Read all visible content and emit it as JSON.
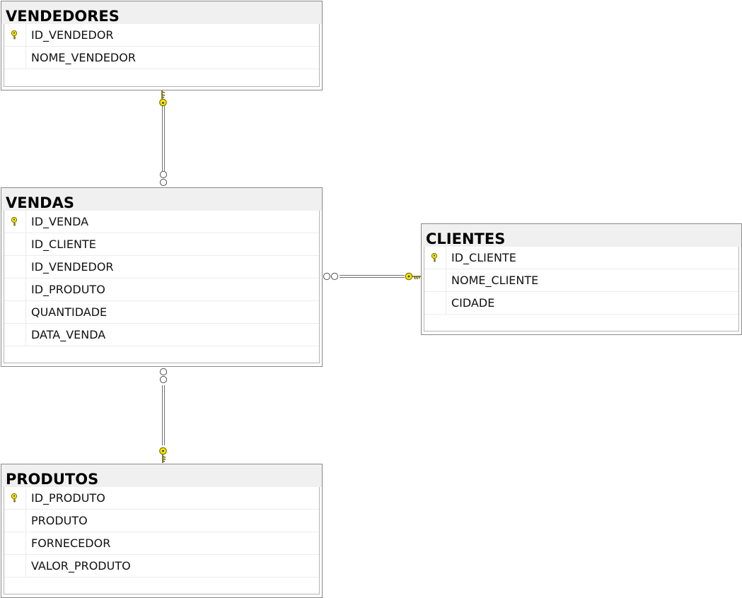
{
  "tables": {
    "vendedores": {
      "name": "VENDEDORES",
      "columns": [
        {
          "name": "ID_VENDEDOR",
          "primary_key": true
        },
        {
          "name": "NOME_VENDEDOR",
          "primary_key": false
        }
      ]
    },
    "vendas": {
      "name": "VENDAS",
      "columns": [
        {
          "name": "ID_VENDA",
          "primary_key": true
        },
        {
          "name": "ID_CLIENTE",
          "primary_key": false
        },
        {
          "name": "ID_VENDEDOR",
          "primary_key": false
        },
        {
          "name": "ID_PRODUTO",
          "primary_key": false
        },
        {
          "name": "QUANTIDADE",
          "primary_key": false
        },
        {
          "name": "DATA_VENDA",
          "primary_key": false
        }
      ]
    },
    "clientes": {
      "name": "CLIENTES",
      "columns": [
        {
          "name": "ID_CLIENTE",
          "primary_key": true
        },
        {
          "name": "NOME_CLIENTE",
          "primary_key": false
        },
        {
          "name": "CIDADE",
          "primary_key": false
        }
      ]
    },
    "produtos": {
      "name": "PRODUTOS",
      "columns": [
        {
          "name": "ID_PRODUTO",
          "primary_key": true
        },
        {
          "name": "PRODUTO",
          "primary_key": false
        },
        {
          "name": "FORNECEDOR",
          "primary_key": false
        },
        {
          "name": "VALOR_PRODUTO",
          "primary_key": false
        }
      ]
    }
  },
  "relationships": [
    {
      "from": "vendas",
      "to": "vendedores",
      "one_end": "key-icon",
      "many_end": "infinity-icon"
    },
    {
      "from": "vendas",
      "to": "clientes",
      "one_end": "key-icon",
      "many_end": "infinity-icon"
    },
    {
      "from": "vendas",
      "to": "produtos",
      "one_end": "key-icon",
      "many_end": "infinity-icon"
    }
  ],
  "colors": {
    "key_fill": "#f5e600",
    "key_stroke": "#8a7d00",
    "line": "#707070",
    "title_bg": "#f0f0f0"
  }
}
